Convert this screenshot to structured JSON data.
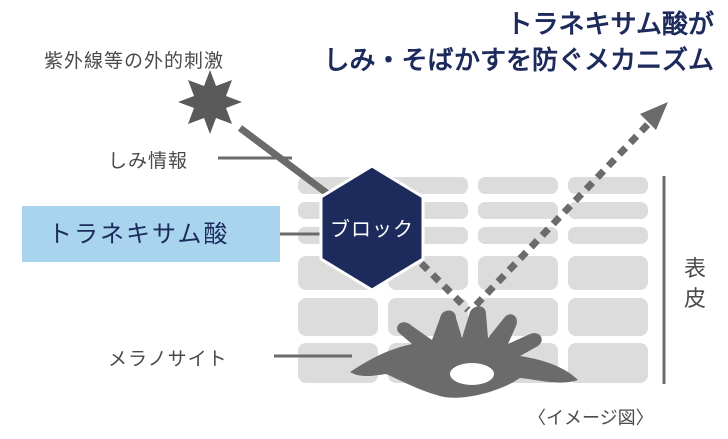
{
  "title": {
    "line1": "トラネキサム酸が",
    "line2": "しみ・そばかすを防ぐメカニズム"
  },
  "labels": {
    "uv": "紫外線等の外的刺激",
    "spot_info": "しみ情報",
    "tranexamic_acid": "トラネキサム酸",
    "block": "ブロック",
    "melanocyte": "メラノサイト",
    "epidermis": [
      "表",
      "皮"
    ],
    "caption": "〈イメージ図〉"
  },
  "colors": {
    "navy": "#1d2a5c",
    "light_blue": "#a8d4ee",
    "gray_dark": "#6b6b6b",
    "gray_cell": "#dcdcdc"
  }
}
